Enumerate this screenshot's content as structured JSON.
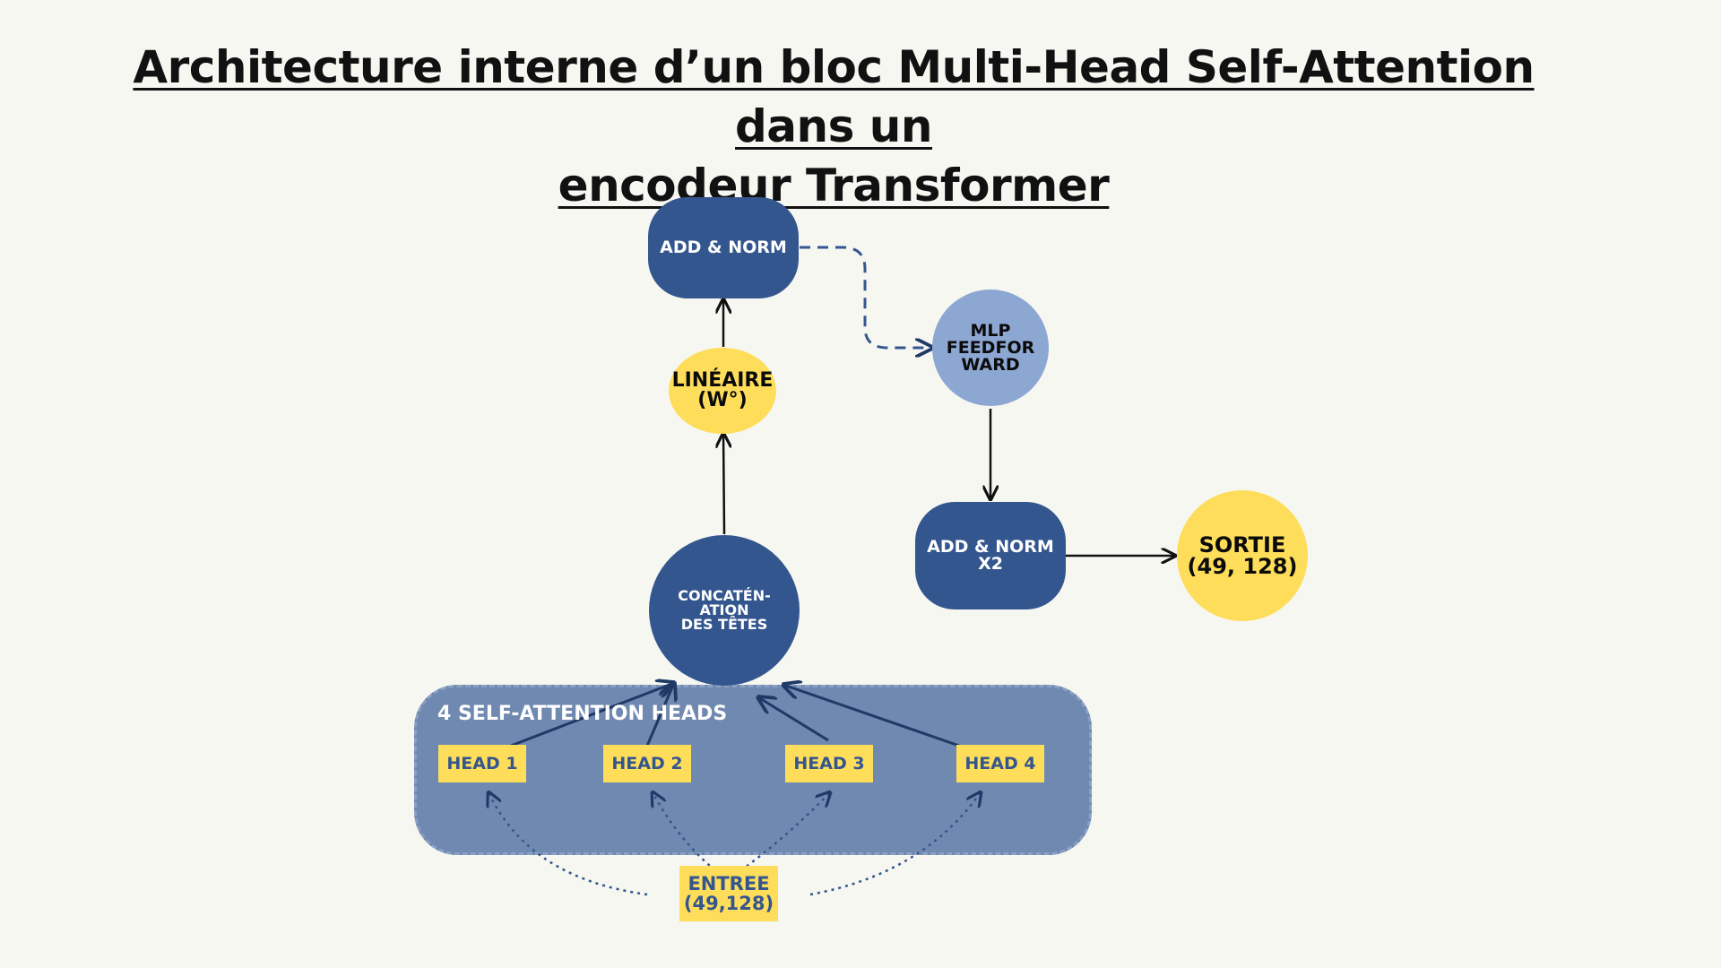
{
  "title": {
    "line1": "Architecture interne d’un bloc Multi-Head Self-Attention dans un",
    "line2": "encodeur Transformer"
  },
  "nodes": {
    "add_norm_top": "ADD & NORM",
    "lineaire": {
      "line1": "LINÉAIRE",
      "line2": "(W°)"
    },
    "mlp": {
      "line1": "MLP",
      "line2": "FEEDFOR",
      "line3": "WARD"
    },
    "add_norm_x2": {
      "line1": "ADD & NORM",
      "line2": "X2"
    },
    "sortie": {
      "line1": "SORTIE",
      "line2": "(49, 128)"
    },
    "concat": {
      "line1": "CONCATÉN-",
      "line2": "ATION",
      "line3": "DES TÊTES"
    }
  },
  "group": {
    "label": "4 SELF-ATTENTION HEADS",
    "heads": [
      "HEAD 1",
      "HEAD 2",
      "HEAD 3",
      "HEAD 4"
    ]
  },
  "entree": {
    "line1": "ENTREE",
    "line2": "(49,128)"
  },
  "colors": {
    "dark_blue": "#34568f",
    "light_blue": "#8da7d3",
    "yellow": "#fedd5a",
    "group_fill": "#7089b0",
    "background": "#f7f7f2"
  }
}
